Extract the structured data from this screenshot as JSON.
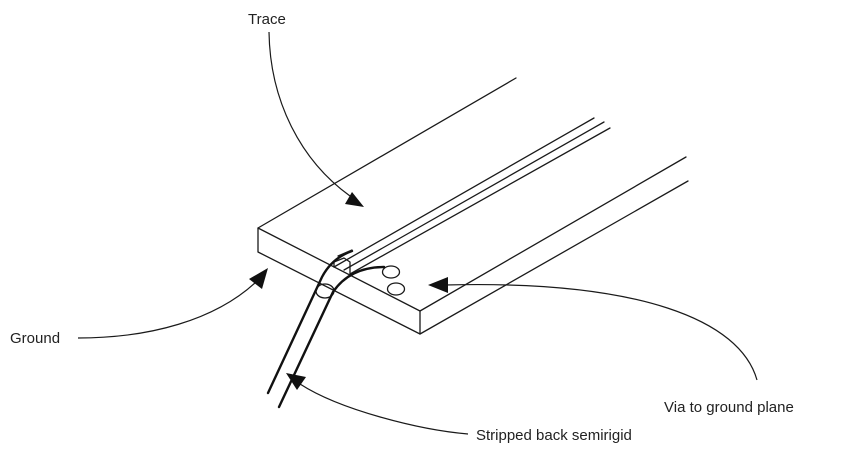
{
  "labels": {
    "trace": "Trace",
    "ground": "Ground",
    "via": "Via to ground plane",
    "semirigid": "Stripped back semirigid"
  }
}
